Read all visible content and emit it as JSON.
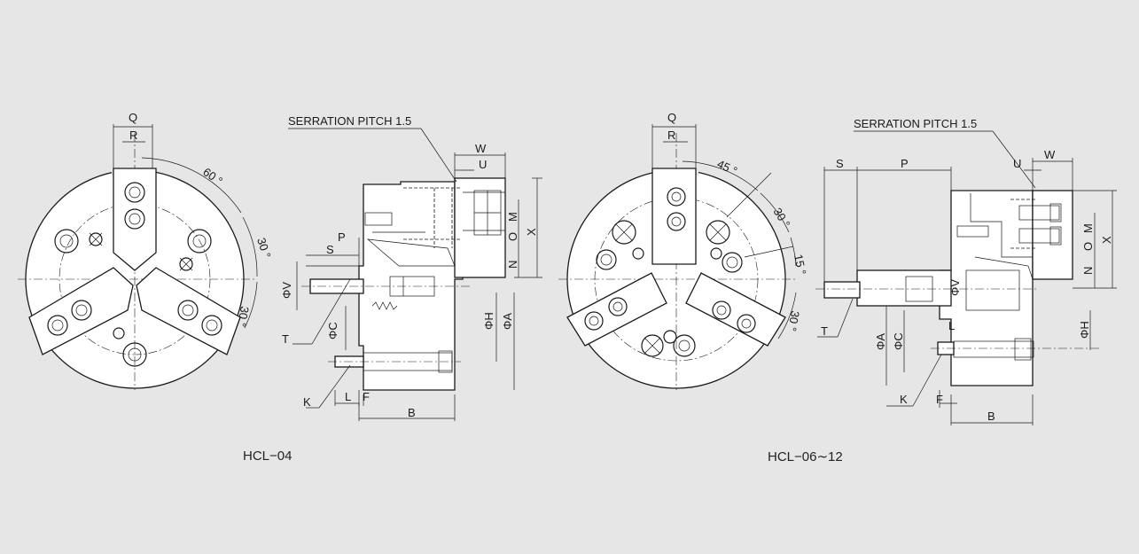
{
  "captions": {
    "left": "HCL−04",
    "right": "HCL−06∼12"
  },
  "labels": {
    "serration": "SERRATION PITCH 1.5",
    "Q": "Q",
    "R": "R",
    "W": "W",
    "U": "U",
    "S": "S",
    "P": "P",
    "M": "M",
    "O": "O",
    "X": "X",
    "N": "N",
    "T": "T",
    "K": "K",
    "L": "L",
    "F": "F",
    "B": "B",
    "V": "ΦV",
    "C": "ΦC",
    "H": "ΦH",
    "A": "ΦA"
  },
  "angles": {
    "a60": "60 °",
    "a30": "30 °",
    "a45": "45 °",
    "a15": "15 °"
  }
}
